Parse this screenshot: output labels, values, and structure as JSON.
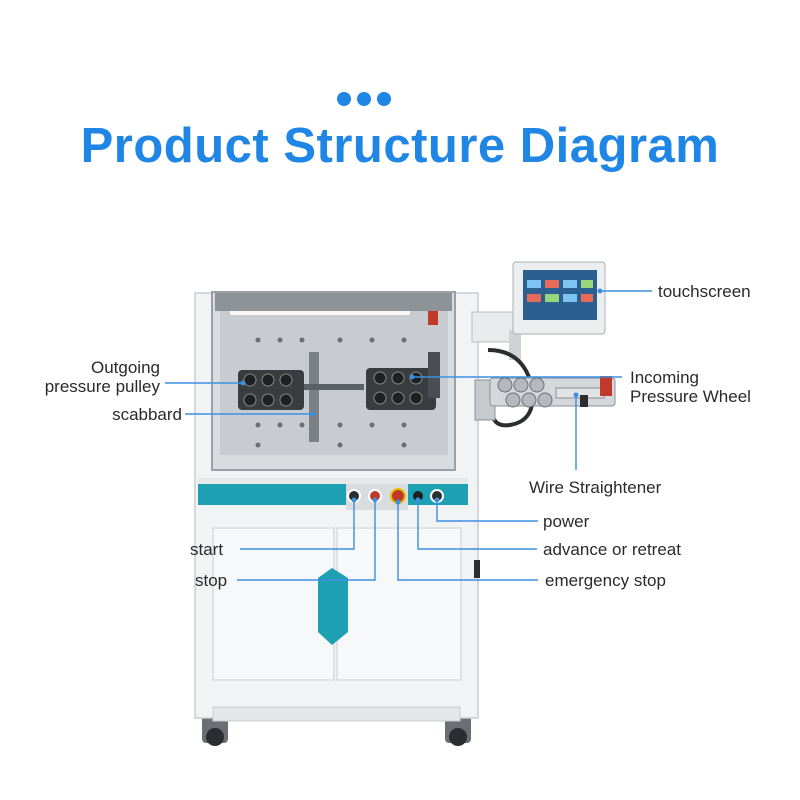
{
  "header": {
    "title": "Product Structure Diagram"
  },
  "labels": {
    "touchscreen": "touchscreen",
    "outgoing_line1": "Outgoing",
    "outgoing_line2": "pressure pulley",
    "scabbard": "scabbard",
    "incoming_line1": "Incoming",
    "incoming_line2": "Pressure Wheel",
    "wire_straightener": "Wire Straightener",
    "power": "power",
    "start": "start",
    "advance_or_retreat": "advance or retreat",
    "stop": "stop",
    "emergency_stop": "emergency stop"
  },
  "colors": {
    "accent": "#1f86e5",
    "leader_line": "#3d8fe0",
    "teal_panel": "#1ea0b3",
    "cabinet": "#f2f3f4"
  }
}
